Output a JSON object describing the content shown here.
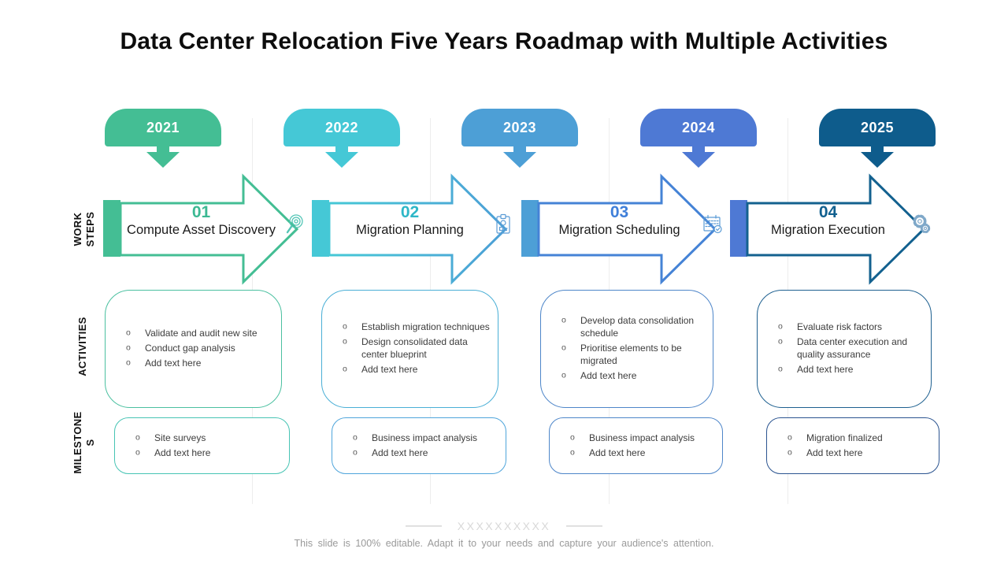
{
  "title": "Data Center Relocation Five Years Roadmap with Multiple Activities",
  "years": [
    {
      "label": "2021",
      "color": "#44BE94"
    },
    {
      "label": "2022",
      "color": "#45C8D6"
    },
    {
      "label": "2023",
      "color": "#4D9FD6"
    },
    {
      "label": "2024",
      "color": "#4E79D4"
    },
    {
      "label": "2025",
      "color": "#0E5C8C"
    }
  ],
  "row_labels": {
    "work_steps": {
      "line1": "WORK",
      "line2": "STEPS"
    },
    "activities": {
      "line1": "ACTIVITIES"
    },
    "milestones": {
      "line1": "MILESTONE",
      "line2": "S"
    }
  },
  "steps": [
    {
      "number": "01",
      "name": "Compute Asset Discovery",
      "icon": "magnifier-icon",
      "colors": {
        "bar": "#44BE94",
        "outline": "#44BE94",
        "number": "#3CB993",
        "icon": "#52C5B5",
        "activity_border": "#4BC0A0",
        "milestone_border": "#47C4B4"
      },
      "activities": [
        "Validate and audit new site",
        "Conduct gap analysis",
        "Add text here"
      ],
      "milestones": [
        "Site surveys",
        "Add text here"
      ]
    },
    {
      "number": "02",
      "name": "Migration Planning",
      "icon": "clipboard-icon",
      "colors": {
        "bar": "#45C8D6",
        "outline_from": "#45C8D6",
        "outline_to": "#4D9FD6",
        "number": "#2EB7C7",
        "icon": "#5A9BD5",
        "activity_border": "#4AAFD6",
        "milestone_border": "#4FA5DB"
      },
      "activities": [
        "Establish migration techniques",
        "Design consolidated data center blueprint",
        "Add text here"
      ],
      "milestones": [
        "Business impact analysis",
        "Add text here"
      ]
    },
    {
      "number": "03",
      "name": "Migration Scheduling",
      "icon": "calendar-icon",
      "colors": {
        "bar": "#4D9FD6",
        "outline": "#4583D6",
        "number": "#3F7FD9",
        "icon": "#5A9BD5",
        "activity_border": "#4E86C9",
        "milestone_border": "#4E86C9"
      },
      "activities": [
        "Develop data consolidation schedule",
        "Prioritise elements to be migrated",
        "Add text here"
      ],
      "milestones": [
        "Business impact analysis",
        "Add text here"
      ]
    },
    {
      "number": "04",
      "name": "Migration Execution",
      "icon": "gears-icon",
      "colors": {
        "bar": "#4E79D4",
        "outline": "#13618F",
        "number": "#11608F",
        "icon": "#7FA8C9",
        "activity_border": "#1E6090",
        "milestone_border": "#2B5490"
      },
      "activities": [
        "Evaluate risk factors",
        "Data center execution and quality assurance",
        "Add text here"
      ],
      "milestones": [
        "Migration finalized",
        "Add text here"
      ]
    }
  ],
  "footer": {
    "placeholder": "XXXXXXXXXX",
    "note": "This slide is 100% editable. Adapt it to your needs and capture your audience's attention."
  }
}
